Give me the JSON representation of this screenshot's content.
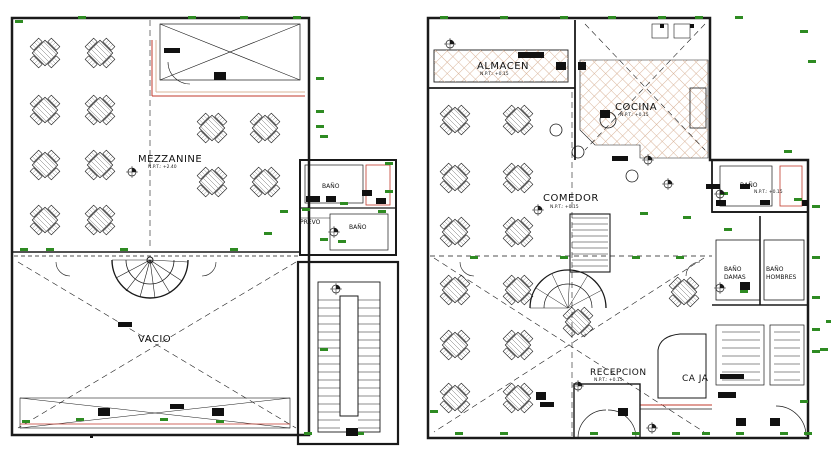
{
  "labels": {
    "mezzanine": "MEZZANINE",
    "mezzanine_level": "N.P.T.: +2.40",
    "vacio": "VACIO",
    "bano_left_1": "BAÑO",
    "bano_left_2": "BAÑO",
    "previo": "PREVO",
    "almacen": "ALMACEN",
    "almacen_level": "N.P.T.: +0.15",
    "cocina": "COCINA",
    "cocina_level": "N.P.T.: +0.15",
    "comedor": "COMEDOR",
    "comedor_level": "N.P.T.: +0.15",
    "bano_right": "BAÑO",
    "bano_right_level": "N.P.T.: +0.15",
    "bano_damas": "BAÑO\nDAMAS",
    "bano_hombres": "BAÑO\nHOMBRES",
    "recepcion": "RECEPCION",
    "recepcion_level": "N.P.T.: +0.15",
    "caja": "CA JA"
  },
  "colors": {
    "lines": "#1a1a1a",
    "tags": "#2e8b22",
    "hatch": "#d9b49a",
    "accent": "#c0392b"
  }
}
